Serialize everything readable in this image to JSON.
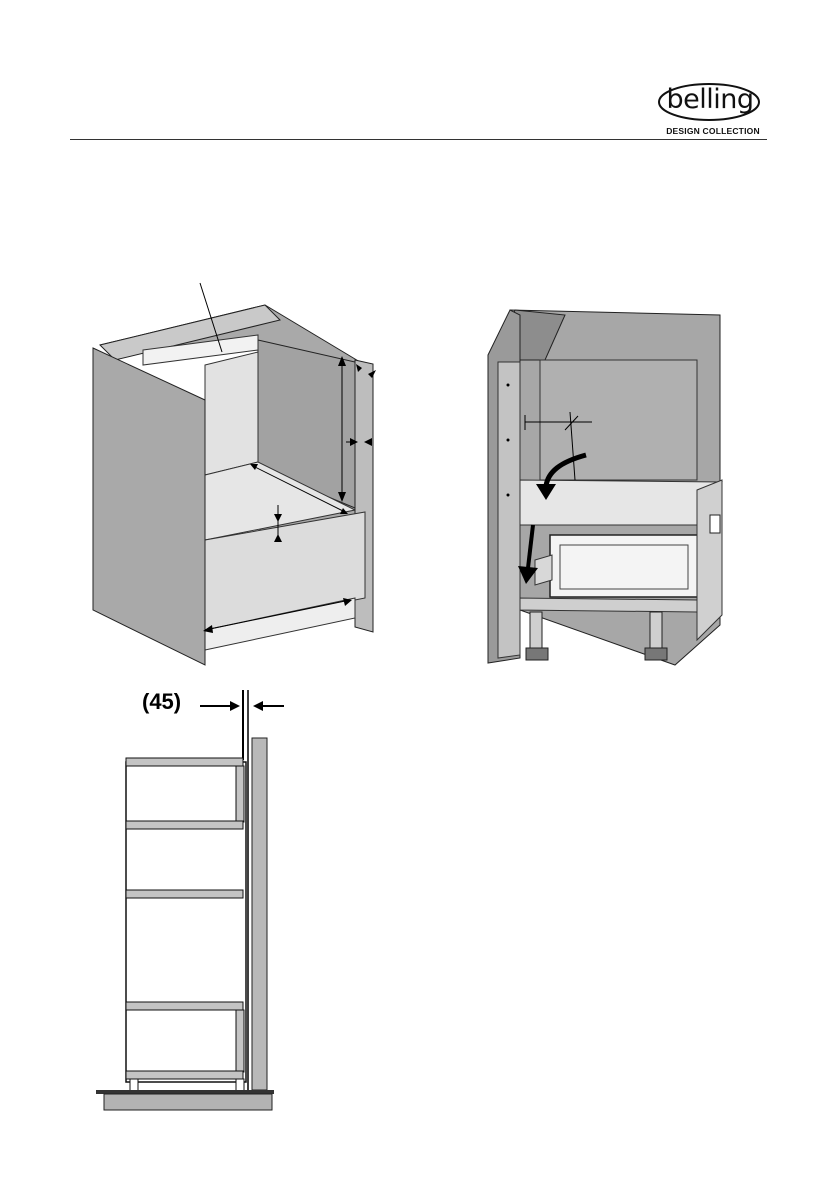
{
  "brand": {
    "wordmark": "belling",
    "tagline": "DESIGN COLLECTION"
  },
  "figures": {
    "side_section": {
      "dimension_label": "(45)"
    }
  }
}
